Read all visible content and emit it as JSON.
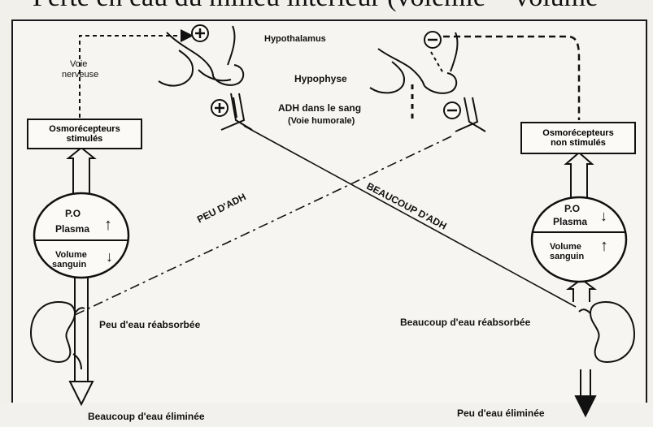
{
  "title_partial": "Perte en eau du milieu intérieur (volémie = volume",
  "labels": {
    "hypothalamus": "Hypothalamus",
    "hypophyse": "Hypophyse",
    "adh_sang": "ADH dans le sang",
    "voie_humorale": "(Voie humorale)",
    "voie_nerveuse_1": "Voie",
    "voie_nerveuse_2": "nerveuse",
    "peu_adh": "PEU D'ADH",
    "beaucoup_adh": "BEAUCOUP D'ADH"
  },
  "left": {
    "osmo_line1": "Osmorécepteurs",
    "osmo_line2": "stimulés",
    "po": "P.O",
    "plasma": "Plasma",
    "volume": "Volume",
    "sanguin": "sanguin",
    "reabsorbee": "Peu  d'eau réabsorbée",
    "eliminee": "Beaucoup d'eau éliminée"
  },
  "right": {
    "osmo_line1": "Osmorécepteurs",
    "osmo_line2": "non stimulés",
    "po": "P.O",
    "plasma": "Plasma",
    "volume": "Volume",
    "sanguin": "sanguin",
    "reabsorbee": "Beaucoup d'eau réabsorbée",
    "eliminee": "Peu d'eau éliminée"
  },
  "symbols": {
    "plus": "+",
    "minus": "−",
    "up": "↑",
    "down": "↓"
  }
}
